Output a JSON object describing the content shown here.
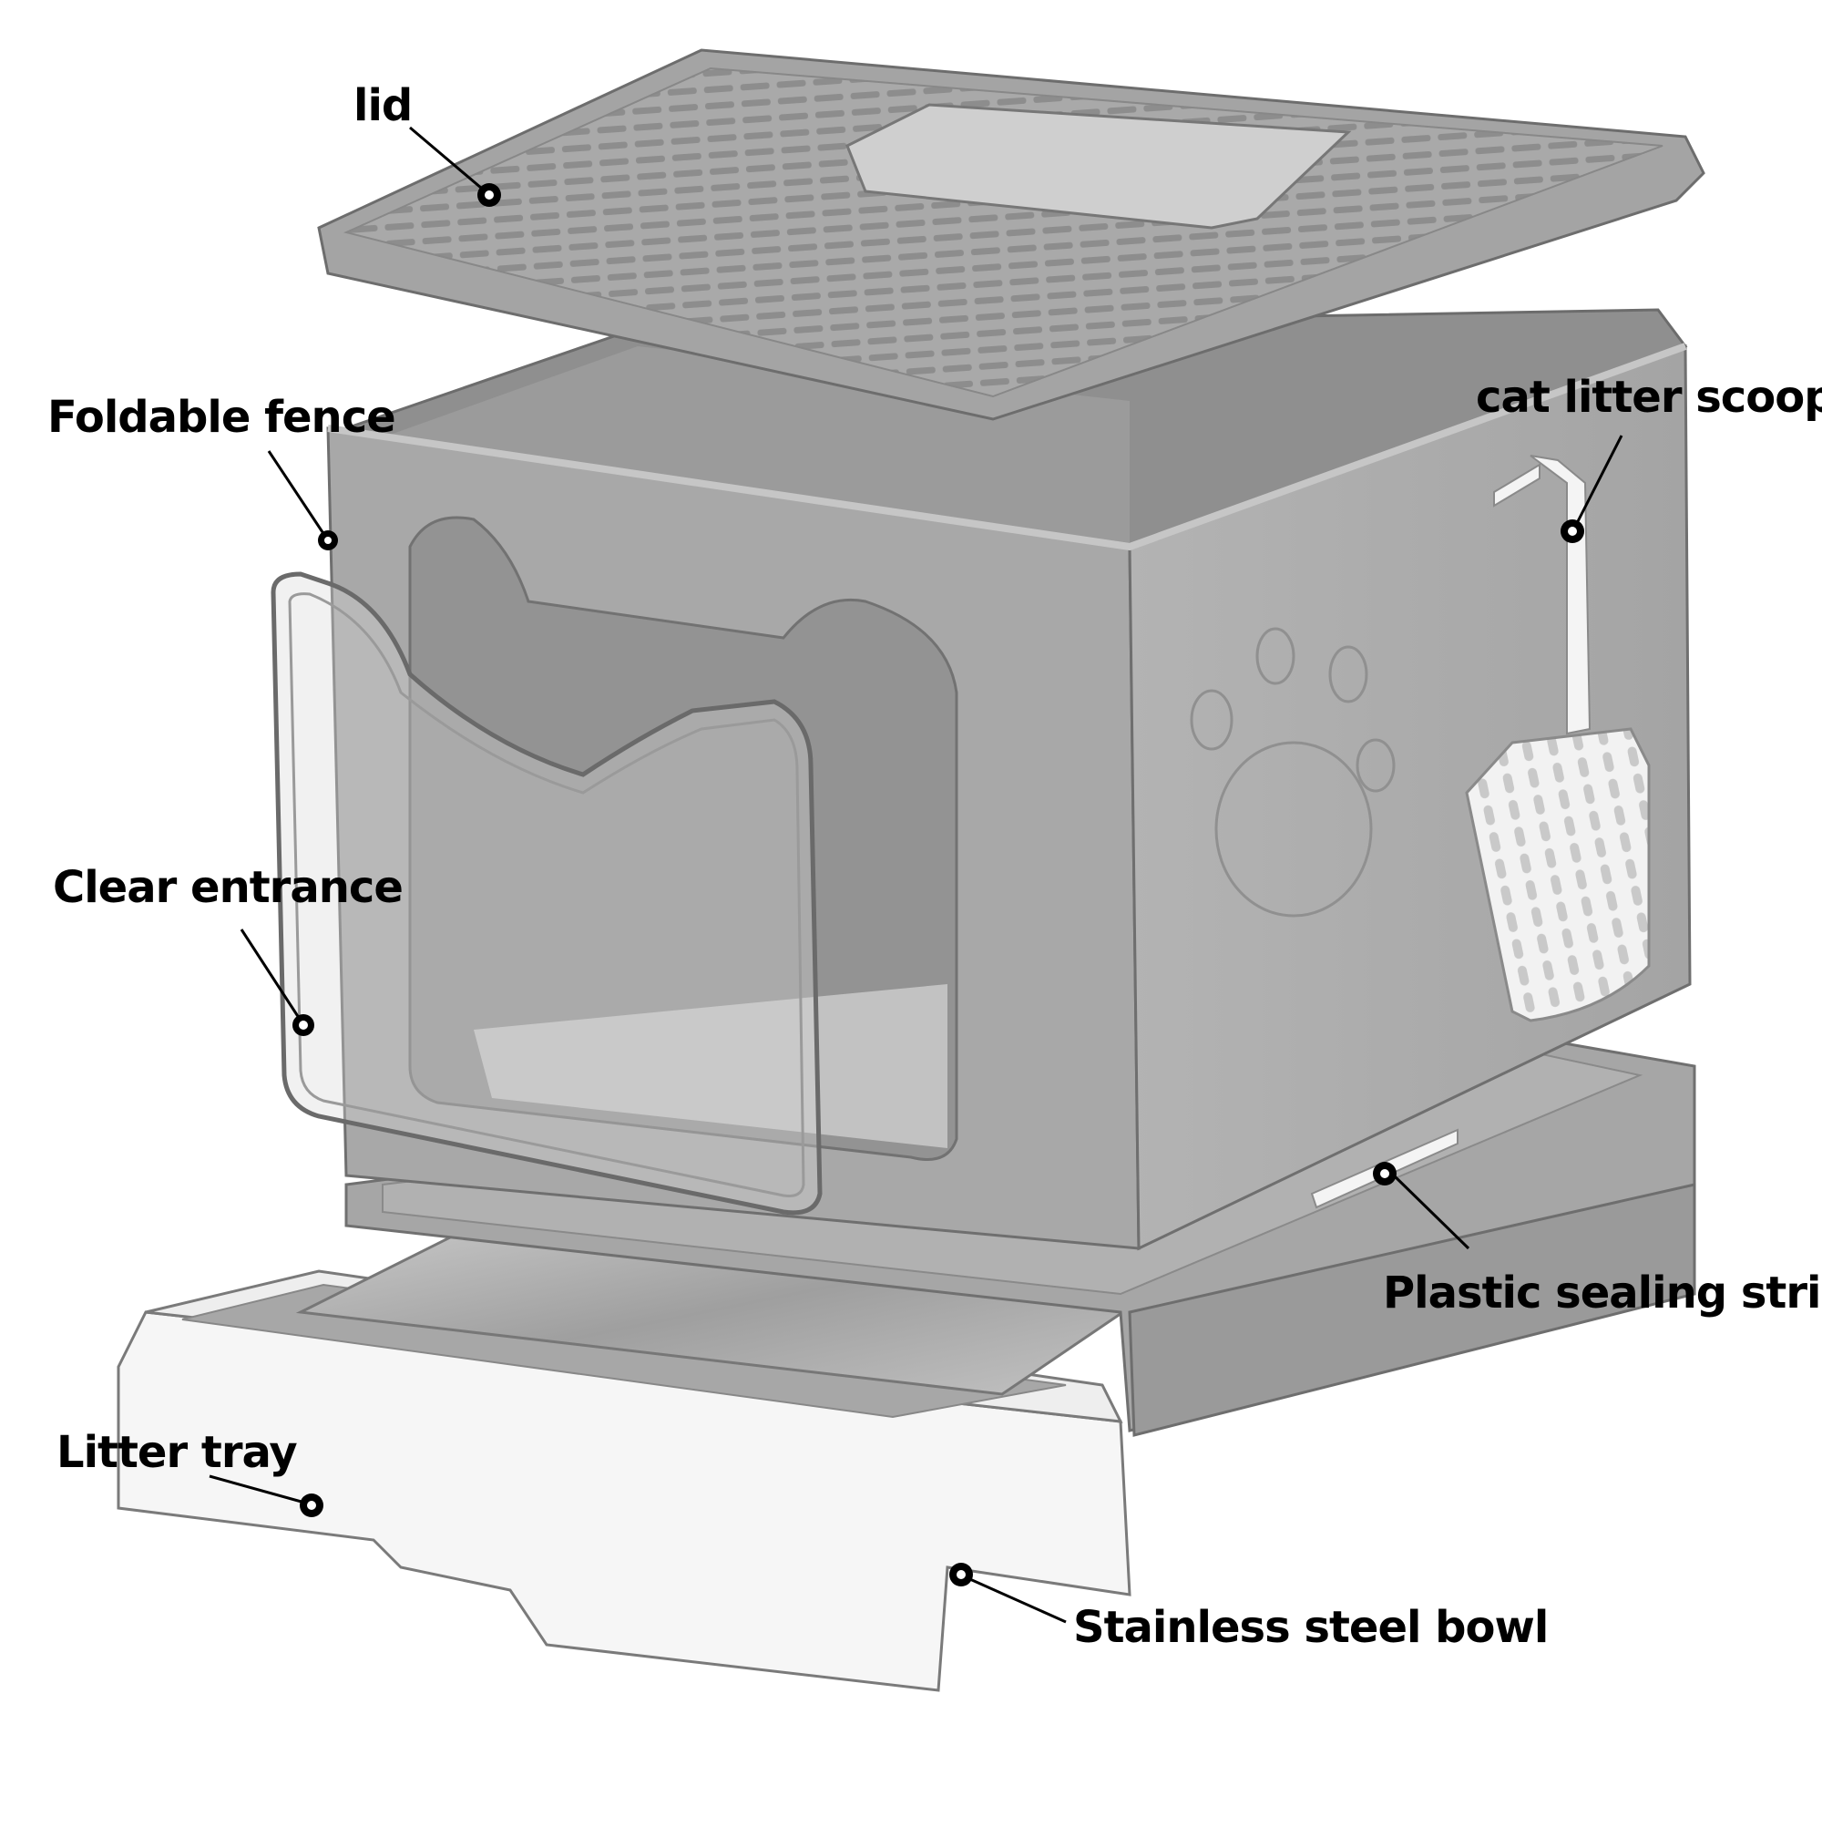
{
  "colors": {
    "body_gray": "#a5a5a5",
    "body_gray_dark": "#8e8e8e",
    "body_gray_light": "#c4c4c4",
    "interior_gray": "#9c9c9c",
    "steel": "#b4b4b4",
    "white_part": "#f7f7f7",
    "outline": "#6f6f6f",
    "label_text": "#000000"
  },
  "labels": {
    "lid": "lid",
    "foldable_fence": "Foldable fence",
    "cat_litter_scoop": "cat litter scoop",
    "clear_entrance": "Clear entrance",
    "plastic_sealing_strip": "Plastic sealing strip",
    "litter_tray": "Litter tray",
    "stainless_steel_bowl": "Stainless steel bowl"
  }
}
